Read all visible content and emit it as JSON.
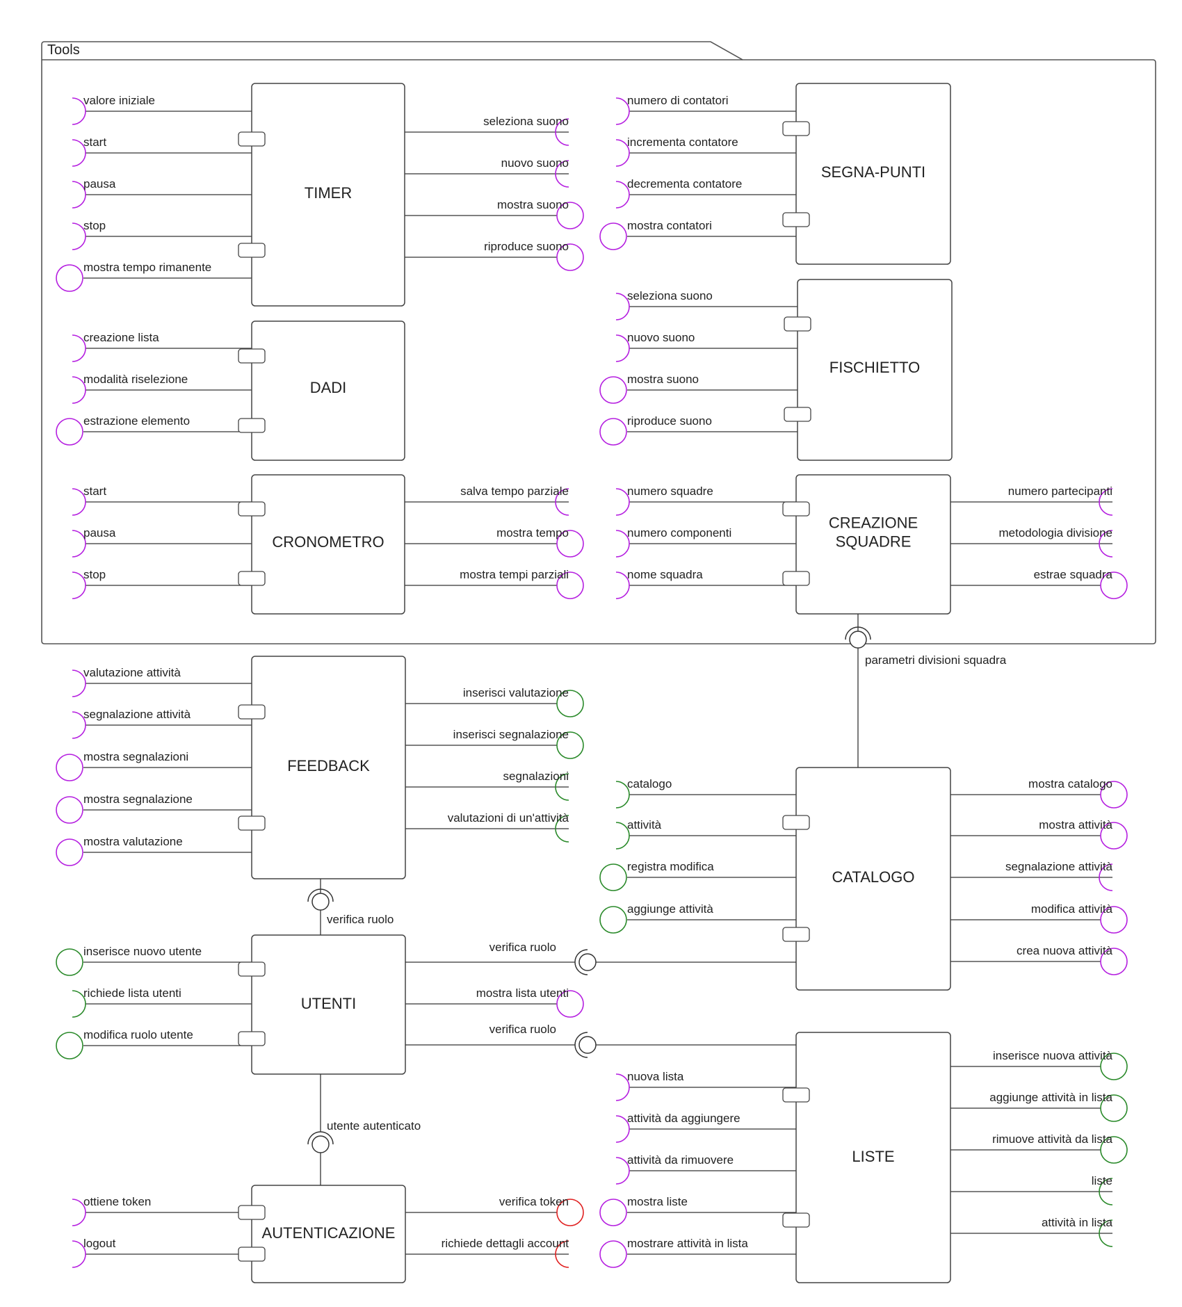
{
  "package": {
    "label": "Tools"
  },
  "colors": {
    "purple": "#b51fe0",
    "green": "#2a8a2a",
    "red": "#e02020",
    "line": "#333333"
  },
  "components": [
    {
      "id": "timer",
      "name": [
        "TIMER"
      ]
    },
    {
      "id": "segna",
      "name": [
        "SEGNA-PUNTI"
      ]
    },
    {
      "id": "dadi",
      "name": [
        "DADI"
      ]
    },
    {
      "id": "fischietto",
      "name": [
        "FISCHIETTO"
      ]
    },
    {
      "id": "cronometro",
      "name": [
        "CRONOMETRO"
      ]
    },
    {
      "id": "creazione",
      "name": [
        "CREAZIONE",
        "SQUADRE"
      ]
    },
    {
      "id": "feedback",
      "name": [
        "FEEDBACK"
      ]
    },
    {
      "id": "catalogo",
      "name": [
        "CATALOGO"
      ]
    },
    {
      "id": "utenti",
      "name": [
        "UTENTI"
      ]
    },
    {
      "id": "liste",
      "name": [
        "LISTE"
      ]
    },
    {
      "id": "autenticazione",
      "name": [
        "AUTENTICAZIONE"
      ]
    }
  ],
  "ports": [
    {
      "comp": "timer",
      "side": "left",
      "label": "valore iniziale",
      "kind": "socket",
      "color": "purple"
    },
    {
      "comp": "timer",
      "side": "left",
      "label": "start",
      "kind": "socket",
      "color": "purple"
    },
    {
      "comp": "timer",
      "side": "left",
      "label": "pausa",
      "kind": "socket",
      "color": "purple"
    },
    {
      "comp": "timer",
      "side": "left",
      "label": "stop",
      "kind": "socket",
      "color": "purple"
    },
    {
      "comp": "timer",
      "side": "left",
      "label": "mostra tempo rimanente",
      "kind": "ball",
      "color": "purple"
    },
    {
      "comp": "timer",
      "side": "right",
      "label": "seleziona suono",
      "kind": "socket",
      "color": "purple"
    },
    {
      "comp": "timer",
      "side": "right",
      "label": "nuovo suono",
      "kind": "socket",
      "color": "purple"
    },
    {
      "comp": "timer",
      "side": "right",
      "label": "mostra suono",
      "kind": "ball",
      "color": "purple"
    },
    {
      "comp": "timer",
      "side": "right",
      "label": "riproduce suono",
      "kind": "ball",
      "color": "purple"
    },
    {
      "comp": "segna",
      "side": "left",
      "label": "numero di contatori",
      "kind": "socket",
      "color": "purple"
    },
    {
      "comp": "segna",
      "side": "left",
      "label": "incrementa contatore",
      "kind": "socket",
      "color": "purple"
    },
    {
      "comp": "segna",
      "side": "left",
      "label": "decrementa contatore",
      "kind": "socket",
      "color": "purple"
    },
    {
      "comp": "segna",
      "side": "left",
      "label": "mostra contatori",
      "kind": "ball",
      "color": "purple"
    },
    {
      "comp": "dadi",
      "side": "left",
      "label": "creazione lista",
      "kind": "socket",
      "color": "purple"
    },
    {
      "comp": "dadi",
      "side": "left",
      "label": "modalità riselezione",
      "kind": "socket",
      "color": "purple"
    },
    {
      "comp": "dadi",
      "side": "left",
      "label": "estrazione elemento",
      "kind": "ball",
      "color": "purple"
    },
    {
      "comp": "fischietto",
      "side": "left",
      "label": "seleziona suono",
      "kind": "socket",
      "color": "purple"
    },
    {
      "comp": "fischietto",
      "side": "left",
      "label": "nuovo suono",
      "kind": "socket",
      "color": "purple"
    },
    {
      "comp": "fischietto",
      "side": "left",
      "label": "mostra suono",
      "kind": "ball",
      "color": "purple"
    },
    {
      "comp": "fischietto",
      "side": "left",
      "label": "riproduce suono",
      "kind": "ball",
      "color": "purple"
    },
    {
      "comp": "cronometro",
      "side": "left",
      "label": "start",
      "kind": "socket",
      "color": "purple"
    },
    {
      "comp": "cronometro",
      "side": "left",
      "label": "pausa",
      "kind": "socket",
      "color": "purple"
    },
    {
      "comp": "cronometro",
      "side": "left",
      "label": "stop",
      "kind": "socket",
      "color": "purple"
    },
    {
      "comp": "cronometro",
      "side": "right",
      "label": "salva tempo parziale",
      "kind": "socket",
      "color": "purple"
    },
    {
      "comp": "cronometro",
      "side": "right",
      "label": "mostra tempo",
      "kind": "ball",
      "color": "purple"
    },
    {
      "comp": "cronometro",
      "side": "right",
      "label": "mostra tempi parziali",
      "kind": "ball",
      "color": "purple"
    },
    {
      "comp": "creazione",
      "side": "left",
      "label": "numero squadre",
      "kind": "socket",
      "color": "purple"
    },
    {
      "comp": "creazione",
      "side": "left",
      "label": "numero componenti",
      "kind": "socket",
      "color": "purple"
    },
    {
      "comp": "creazione",
      "side": "left",
      "label": "nome squadra",
      "kind": "socket",
      "color": "purple"
    },
    {
      "comp": "creazione",
      "side": "right",
      "label": "numero partecipanti",
      "kind": "socket",
      "color": "purple"
    },
    {
      "comp": "creazione",
      "side": "right",
      "label": "metodologia divisione",
      "kind": "socket",
      "color": "purple"
    },
    {
      "comp": "creazione",
      "side": "right",
      "label": "estrae squadra",
      "kind": "ball",
      "color": "purple"
    },
    {
      "comp": "feedback",
      "side": "left",
      "label": "valutazione attività",
      "kind": "socket",
      "color": "purple"
    },
    {
      "comp": "feedback",
      "side": "left",
      "label": "segnalazione attività",
      "kind": "socket",
      "color": "purple"
    },
    {
      "comp": "feedback",
      "side": "left",
      "label": "mostra segnalazioni",
      "kind": "ball",
      "color": "purple"
    },
    {
      "comp": "feedback",
      "side": "left",
      "label": "mostra segnalazione",
      "kind": "ball",
      "color": "purple"
    },
    {
      "comp": "feedback",
      "side": "left",
      "label": "mostra valutazione",
      "kind": "ball",
      "color": "purple"
    },
    {
      "comp": "feedback",
      "side": "right",
      "label": "inserisci valutazione",
      "kind": "ball",
      "color": "green"
    },
    {
      "comp": "feedback",
      "side": "right",
      "label": "inserisci segnalazione",
      "kind": "ball",
      "color": "green"
    },
    {
      "comp": "feedback",
      "side": "right",
      "label": "segnalazioni",
      "kind": "socket",
      "color": "green"
    },
    {
      "comp": "feedback",
      "side": "right",
      "label": "valutazioni di un'attività",
      "kind": "socket",
      "color": "green"
    },
    {
      "comp": "catalogo",
      "side": "left",
      "label": "catalogo",
      "kind": "socket",
      "color": "green"
    },
    {
      "comp": "catalogo",
      "side": "left",
      "label": "attività",
      "kind": "socket",
      "color": "green"
    },
    {
      "comp": "catalogo",
      "side": "left",
      "label": "registra modifica",
      "kind": "ball",
      "color": "green"
    },
    {
      "comp": "catalogo",
      "side": "left",
      "label": "aggiunge attività",
      "kind": "ball",
      "color": "green"
    },
    {
      "comp": "catalogo",
      "side": "right",
      "label": "mostra catalogo",
      "kind": "ball",
      "color": "purple"
    },
    {
      "comp": "catalogo",
      "side": "right",
      "label": "mostra attività",
      "kind": "ball",
      "color": "purple"
    },
    {
      "comp": "catalogo",
      "side": "right",
      "label": "segnalazione attività",
      "kind": "socket",
      "color": "purple"
    },
    {
      "comp": "catalogo",
      "side": "right",
      "label": "modifica attività",
      "kind": "ball",
      "color": "purple"
    },
    {
      "comp": "catalogo",
      "side": "right",
      "label": "crea nuova attività",
      "kind": "ball",
      "color": "purple"
    },
    {
      "comp": "utenti",
      "side": "left",
      "label": "inserisce nuovo utente",
      "kind": "ball",
      "color": "green"
    },
    {
      "comp": "utenti",
      "side": "left",
      "label": "richiede lista utenti",
      "kind": "socket",
      "color": "green"
    },
    {
      "comp": "utenti",
      "side": "left",
      "label": "modifica ruolo utente",
      "kind": "ball",
      "color": "green"
    },
    {
      "comp": "utenti",
      "side": "right",
      "label": "mostra lista utenti",
      "kind": "ball",
      "color": "purple"
    },
    {
      "comp": "liste",
      "side": "left",
      "label": "nuova lista",
      "kind": "socket",
      "color": "purple"
    },
    {
      "comp": "liste",
      "side": "left",
      "label": "attività da aggiungere",
      "kind": "socket",
      "color": "purple"
    },
    {
      "comp": "liste",
      "side": "left",
      "label": "attività da rimuovere",
      "kind": "socket",
      "color": "purple"
    },
    {
      "comp": "liste",
      "side": "left",
      "label": "mostra liste",
      "kind": "ball",
      "color": "purple"
    },
    {
      "comp": "liste",
      "side": "left",
      "label": "mostrare attività in lista",
      "kind": "ball",
      "color": "purple"
    },
    {
      "comp": "liste",
      "side": "right",
      "label": "inserisce nuova attività",
      "kind": "ball",
      "color": "green"
    },
    {
      "comp": "liste",
      "side": "right",
      "label": "aggiunge attività in lista",
      "kind": "ball",
      "color": "green"
    },
    {
      "comp": "liste",
      "side": "right",
      "label": "rimuove attività da lista",
      "kind": "ball",
      "color": "green"
    },
    {
      "comp": "liste",
      "side": "right",
      "label": "liste",
      "kind": "socket",
      "color": "green"
    },
    {
      "comp": "liste",
      "side": "right",
      "label": "attività in lista",
      "kind": "socket",
      "color": "green"
    },
    {
      "comp": "autenticazione",
      "side": "left",
      "label": "ottiene token",
      "kind": "socket",
      "color": "purple"
    },
    {
      "comp": "autenticazione",
      "side": "left",
      "label": "logout",
      "kind": "socket",
      "color": "purple"
    },
    {
      "comp": "autenticazione",
      "side": "right",
      "label": "verifica token",
      "kind": "ball",
      "color": "red"
    },
    {
      "comp": "autenticazione",
      "side": "right",
      "label": "richiede dettagli account",
      "kind": "socket",
      "color": "red"
    }
  ],
  "connectors": [
    {
      "id": "parametri",
      "label": "parametri divisioni squadra"
    },
    {
      "id": "verifica-feedback",
      "label": "verifica ruolo"
    },
    {
      "id": "verifica-catalogo",
      "label": "verifica ruolo"
    },
    {
      "id": "verifica-liste",
      "label": "verifica ruolo"
    },
    {
      "id": "autenticato",
      "label": "utente autenticato"
    }
  ]
}
